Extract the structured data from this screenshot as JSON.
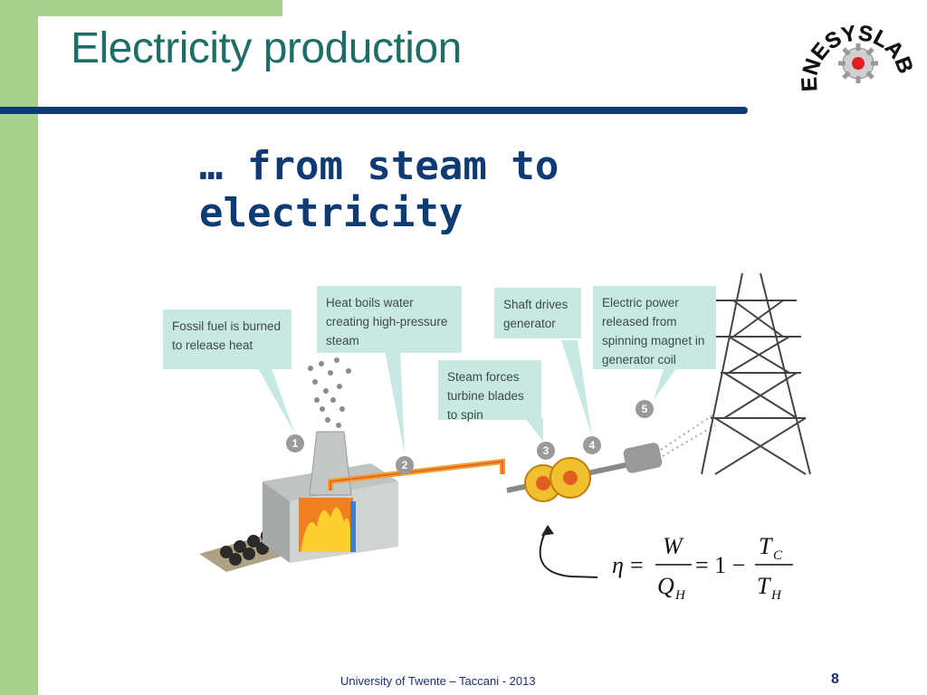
{
  "slide": {
    "title": "Electricity production",
    "subtitle": "… from steam to electricity",
    "logo_text": "ENESYSLAB",
    "footer": "University of Twente – Taccani - 2013",
    "page_number": "8"
  },
  "diagram": {
    "callouts": [
      {
        "id": "1",
        "text": "Fossil fuel is burned to release heat"
      },
      {
        "id": "2",
        "text": "Heat boils water creating high-pressure steam"
      },
      {
        "id": "3",
        "text": "Steam forces turbine blades to spin"
      },
      {
        "id": "4",
        "text": "Shaft drives generator"
      },
      {
        "id": "5",
        "text": "Electric power released from spinning magnet in generator coil"
      }
    ],
    "step_markers": [
      "1",
      "2",
      "3",
      "4",
      "5"
    ]
  },
  "formula": {
    "eta": "η",
    "eq1": "=",
    "W": "W",
    "QH_main": "Q",
    "QH_sub": "H",
    "eq2": "= 1 −",
    "TC_main": "T",
    "TC_sub": "C",
    "TH_main": "T",
    "TH_sub": "H"
  },
  "colors": {
    "accent_green": "#a8d08d",
    "title_teal": "#1e6e68",
    "rule_navy": "#0f3b74",
    "callout_bg": "#c8e8e4"
  }
}
